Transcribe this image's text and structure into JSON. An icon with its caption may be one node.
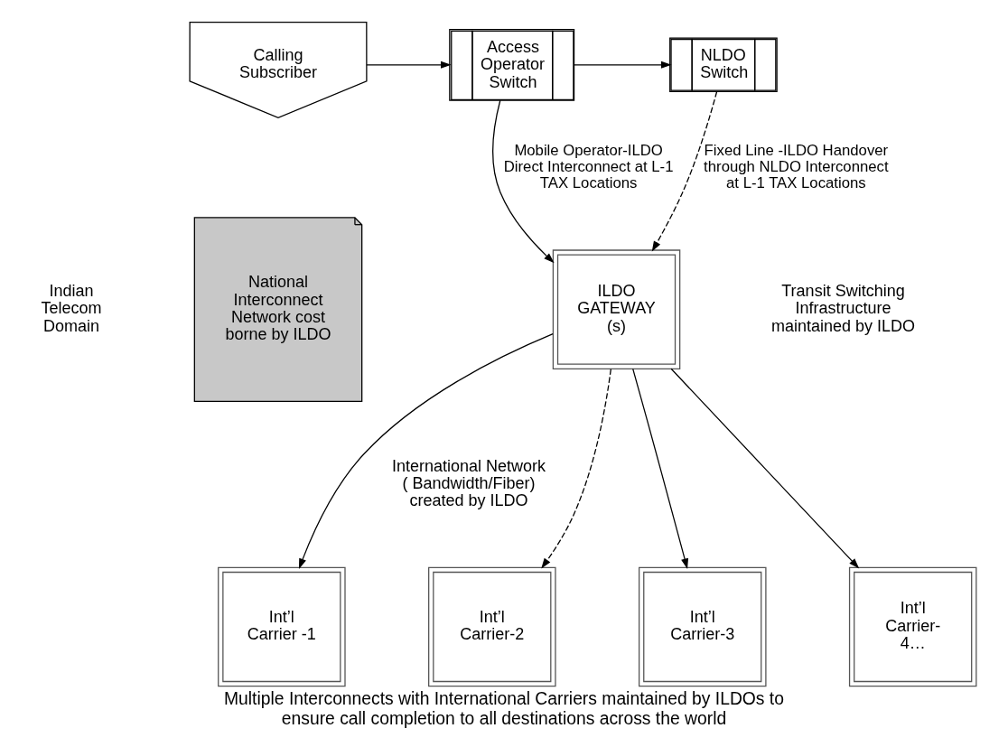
{
  "diagram": {
    "caption": "Multiple Interconnects with International Carriers maintained by ILDOs to ensure call completion to all destinations across the world",
    "nodes": [
      {
        "text": [
          "Calling Subscriber"
        ]
      },
      {
        "text": [
          "Access Operator Switch"
        ]
      },
      {
        "text": [
          "NLDO Switch"
        ]
      },
      {
        "text": [
          "National Interconnect Network cost borne by ILDO"
        ]
      },
      {
        "text": [
          "ILDO GATEWAY (s)"
        ]
      },
      {
        "text": [
          "Int’l Carrier -1"
        ]
      },
      {
        "text": [
          "Int’l Carrier-2"
        ]
      },
      {
        "text": [
          "Int’l Carrier-3"
        ]
      },
      {
        "text": [
          "Int’l Carrier- 4…"
        ]
      }
    ],
    "edges": [
      {
        "from": 0,
        "to": 1,
        "arrow": "to"
      },
      {
        "from": 1,
        "to": 2,
        "arrow": "to"
      },
      {
        "from": 1,
        "to": 4,
        "arrow": "to",
        "label": "Mobile Operator-ILDO Direct Interconnect at L-1 TAX Locations"
      },
      {
        "from": 2,
        "to": 4,
        "arrow": "to",
        "style": "dashed",
        "label": "Fixed Line -ILDO Handover through NLDO Interconnect at L-1 TAX Locations"
      },
      {
        "from": 4,
        "to": 5,
        "arrow": "to"
      },
      {
        "from": 4,
        "to": 6,
        "arrow": "to",
        "style": "dashed"
      },
      {
        "from": 4,
        "to": 7,
        "arrow": "to"
      },
      {
        "from": 4,
        "to": 8,
        "arrow": "to"
      }
    ],
    "labels": [
      "Indian Telecom Domain",
      "Transit Switching Infrastructure maintained by ILDO",
      "International Network ( Bandwidth/Fiber) created by ILDO"
    ]
  }
}
